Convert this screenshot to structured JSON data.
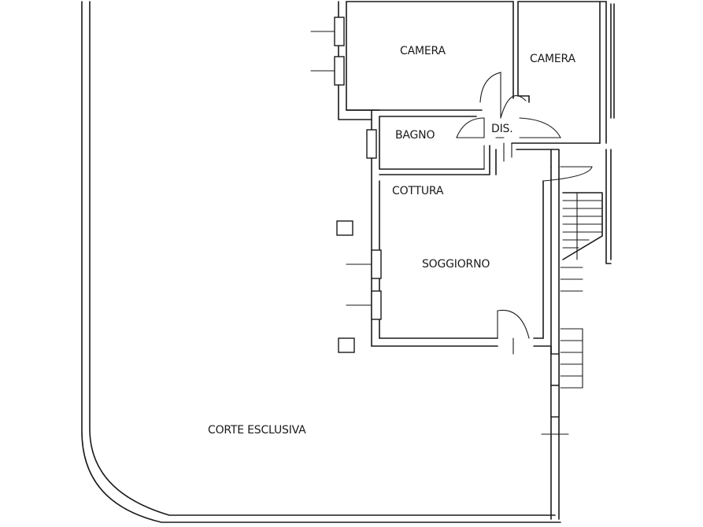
{
  "rooms": {
    "camera_left": "CAMERA",
    "camera_right": "CAMERA",
    "bagno": "BAGNO",
    "dis": "DIS.",
    "cottura": "COTTURA",
    "soggiorno": "SOGGIORNO",
    "corte": "CORTE ESCLUSIVA"
  }
}
